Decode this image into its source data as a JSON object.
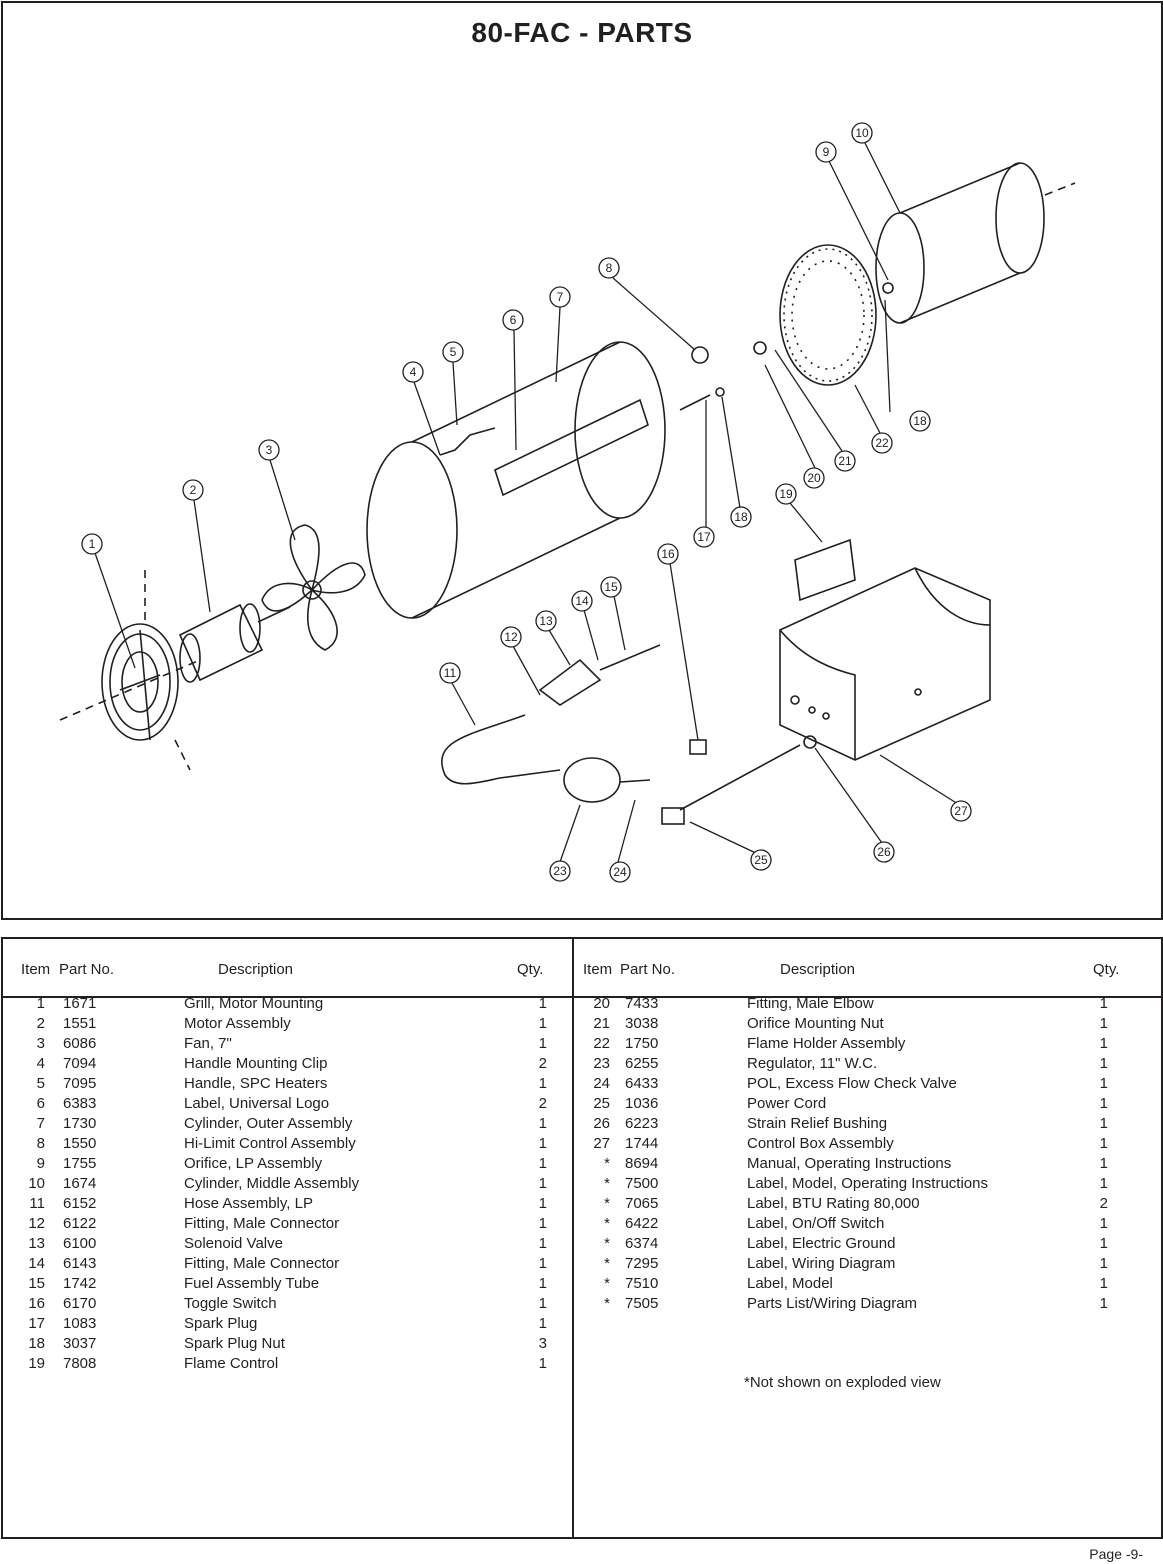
{
  "title": "80-FAC - PARTS",
  "table_headers": {
    "item": "Item",
    "part_no": "Part No.",
    "description": "Description",
    "qty": "Qty."
  },
  "left_rows": [
    {
      "item": "1",
      "part": "1671",
      "desc": "Grill, Motor Mounting",
      "qty": "1"
    },
    {
      "item": "2",
      "part": "1551",
      "desc": "Motor  Assembly",
      "qty": "1"
    },
    {
      "item": "3",
      "part": "6086",
      "desc": "Fan, 7\"",
      "qty": "1"
    },
    {
      "item": "4",
      "part": "7094",
      "desc": "Handle Mounting Clip",
      "qty": "2"
    },
    {
      "item": "5",
      "part": "7095",
      "desc": "Handle, SPC Heaters",
      "qty": "1"
    },
    {
      "item": "6",
      "part": "6383",
      "desc": "Label, Universal Logo",
      "qty": "2"
    },
    {
      "item": "7",
      "part": "1730",
      "desc": "Cylinder,  Outer  Assembly",
      "qty": "1"
    },
    {
      "item": "8",
      "part": "1550",
      "desc": "Hi-Limit Control Assembly",
      "qty": "1"
    },
    {
      "item": "9",
      "part": "1755",
      "desc": "Orifice,  LP  Assembly",
      "qty": "1"
    },
    {
      "item": "10",
      "part": "1674",
      "desc": "Cylinder, Middle Assembly",
      "qty": "1"
    },
    {
      "item": "11",
      "part": "6152",
      "desc": "Hose Assembly, LP",
      "qty": "1"
    },
    {
      "item": "12",
      "part": "6122",
      "desc": "Fitting, Male Connector",
      "qty": "1"
    },
    {
      "item": "13",
      "part": "6100",
      "desc": "Solenoid  Valve",
      "qty": "1"
    },
    {
      "item": "14",
      "part": "6143",
      "desc": "Fitting, Male Connector",
      "qty": "1"
    },
    {
      "item": "15",
      "part": "1742",
      "desc": "Fuel Assembly Tube",
      "qty": "1"
    },
    {
      "item": "16",
      "part": "6170",
      "desc": "Toggle  Switch",
      "qty": "1"
    },
    {
      "item": "17",
      "part": "1083",
      "desc": "Spark Plug",
      "qty": "1"
    },
    {
      "item": "18",
      "part": "3037",
      "desc": "Spark Plug Nut",
      "qty": "3"
    },
    {
      "item": "19",
      "part": "7808",
      "desc": "Flame Control",
      "qty": "1"
    }
  ],
  "right_rows": [
    {
      "item": "20",
      "part": "7433",
      "desc": "Fitting, Male Elbow",
      "qty": "1"
    },
    {
      "item": "21",
      "part": "3038",
      "desc": "Orifice Mounting Nut",
      "qty": "1"
    },
    {
      "item": "22",
      "part": "1750",
      "desc": "Flame Holder Assembly",
      "qty": "1"
    },
    {
      "item": "23",
      "part": "6255",
      "desc": "Regulator, 11\" W.C.",
      "qty": "1"
    },
    {
      "item": "24",
      "part": "6433",
      "desc": "POL, Excess Flow Check Valve",
      "qty": "1"
    },
    {
      "item": "25",
      "part": "1036",
      "desc": "Power  Cord",
      "qty": "1"
    },
    {
      "item": "26",
      "part": "6223",
      "desc": "Strain Relief Bushing",
      "qty": "1"
    },
    {
      "item": "27",
      "part": "1744",
      "desc": "Control Box Assembly",
      "qty": "1"
    },
    {
      "item": "*",
      "part": "8694",
      "desc": "Manual, Operating Instructions",
      "qty": "1"
    },
    {
      "item": "*",
      "part": "7500",
      "desc": "Label, Model, Operating Instructions",
      "qty": "1"
    },
    {
      "item": "*",
      "part": "7065",
      "desc": "Label, BTU Rating 80,000",
      "qty": "2"
    },
    {
      "item": "*",
      "part": "6422",
      "desc": "Label,  On/Off  Switch",
      "qty": "1"
    },
    {
      "item": "*",
      "part": "6374",
      "desc": "Label, Electric Ground",
      "qty": "1"
    },
    {
      "item": "*",
      "part": "7295",
      "desc": "Label, Wiring Diagram",
      "qty": "1"
    },
    {
      "item": "*",
      "part": "7510",
      "desc": "Label, Model",
      "qty": "1"
    },
    {
      "item": "*",
      "part": "7505",
      "desc": "Parts List/Wiring Diagram",
      "qty": "1"
    }
  ],
  "note": "*Not  shown  on  exploded  view",
  "page_number": "Page -9-",
  "callouts": [
    "1",
    "2",
    "3",
    "4",
    "5",
    "6",
    "7",
    "8",
    "9",
    "10",
    "11",
    "12",
    "13",
    "14",
    "15",
    "16",
    "17",
    "18",
    "19",
    "20",
    "21",
    "22",
    "23",
    "24",
    "25",
    "26",
    "27"
  ]
}
